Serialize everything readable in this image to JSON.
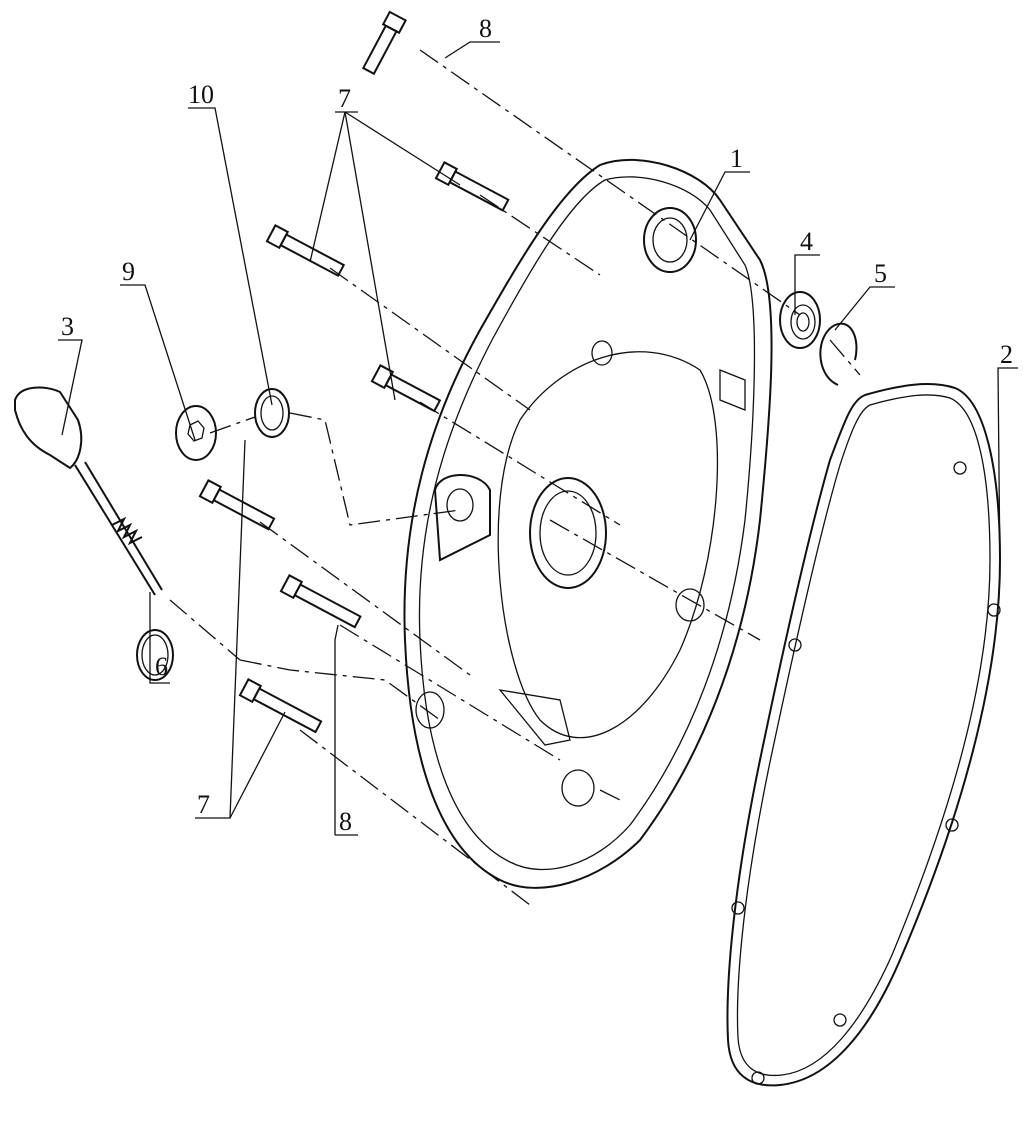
{
  "diagram": {
    "type": "exploded-parts-view",
    "callouts": [
      {
        "id": "c8top",
        "label": "8"
      },
      {
        "id": "c7top",
        "label": "7"
      },
      {
        "id": "c1",
        "label": "1"
      },
      {
        "id": "c10",
        "label": "10"
      },
      {
        "id": "c9",
        "label": "9"
      },
      {
        "id": "c3",
        "label": "3"
      },
      {
        "id": "c4",
        "label": "4"
      },
      {
        "id": "c5",
        "label": "5"
      },
      {
        "id": "c2",
        "label": "2"
      },
      {
        "id": "c6",
        "label": "6"
      },
      {
        "id": "c7bot",
        "label": "7"
      },
      {
        "id": "c8bot",
        "label": "8"
      }
    ]
  }
}
